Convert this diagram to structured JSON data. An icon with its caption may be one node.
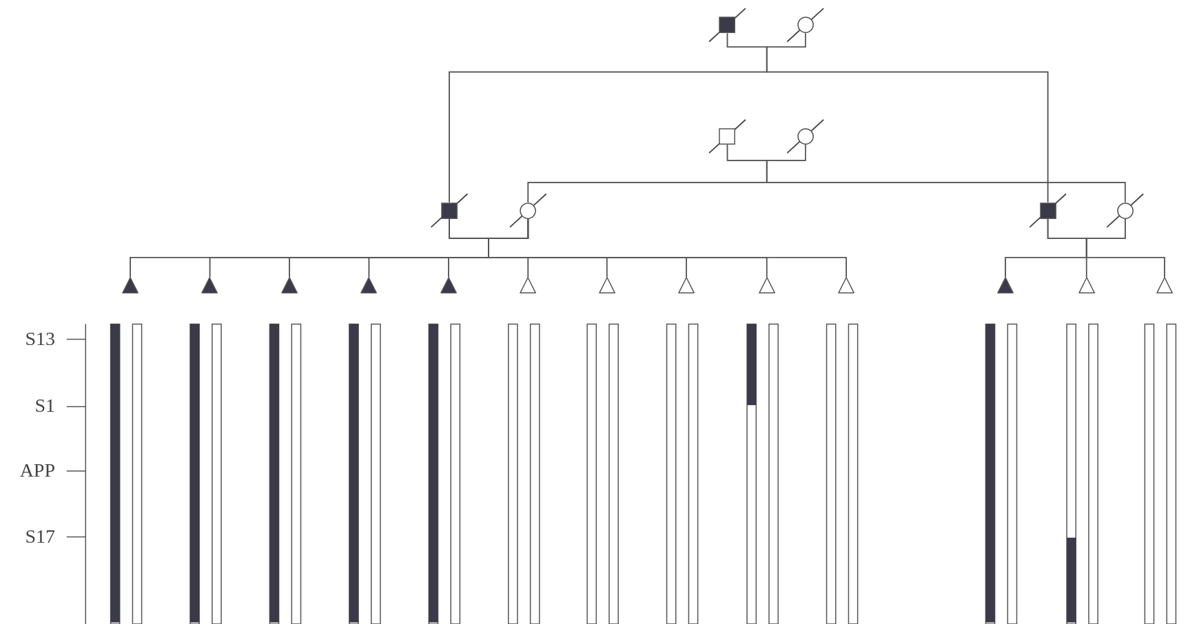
{
  "diagram": {
    "nodes": [
      {
        "text": [],
        "shape": "box"
      },
      {
        "text": [],
        "shape": "circle"
      },
      {
        "text": [],
        "shape": "box"
      },
      {
        "text": [],
        "shape": "circle"
      },
      {
        "text": [],
        "shape": "box"
      },
      {
        "text": [],
        "shape": "circle"
      },
      {
        "text": [],
        "shape": "box"
      },
      {
        "text": [],
        "shape": "circle"
      },
      {
        "text": [],
        "shape": "triangle"
      },
      {
        "text": [],
        "shape": "triangle"
      },
      {
        "text": [],
        "shape": "triangle"
      },
      {
        "text": [],
        "shape": "triangle"
      },
      {
        "text": [],
        "shape": "triangle"
      },
      {
        "text": [],
        "shape": "triangle"
      },
      {
        "text": [],
        "shape": "triangle"
      },
      {
        "text": [],
        "shape": "triangle"
      },
      {
        "text": [],
        "shape": "triangle"
      },
      {
        "text": [],
        "shape": "triangle"
      },
      {
        "text": [],
        "shape": "triangle"
      },
      {
        "text": [],
        "shape": "triangle"
      },
      {
        "text": [],
        "shape": "triangle"
      }
    ],
    "edges": [
      {
        "from": 0,
        "to": 4,
        "arrow": "none"
      },
      {
        "from": 1,
        "to": 4,
        "arrow": "none"
      },
      {
        "from": 0,
        "to": 6,
        "arrow": "none"
      },
      {
        "from": 1,
        "to": 6,
        "arrow": "none"
      },
      {
        "from": 2,
        "to": 5,
        "arrow": "none"
      },
      {
        "from": 3,
        "to": 5,
        "arrow": "none"
      },
      {
        "from": 2,
        "to": 7,
        "arrow": "none"
      },
      {
        "from": 3,
        "to": 7,
        "arrow": "none"
      },
      {
        "from": 4,
        "to": 8,
        "arrow": "none"
      },
      {
        "from": 5,
        "to": 8,
        "arrow": "none"
      },
      {
        "from": 4,
        "to": 9,
        "arrow": "none"
      },
      {
        "from": 5,
        "to": 9,
        "arrow": "none"
      },
      {
        "from": 4,
        "to": 10,
        "arrow": "none"
      },
      {
        "from": 5,
        "to": 10,
        "arrow": "none"
      },
      {
        "from": 4,
        "to": 11,
        "arrow": "none"
      },
      {
        "from": 5,
        "to": 11,
        "arrow": "none"
      },
      {
        "from": 4,
        "to": 12,
        "arrow": "none"
      },
      {
        "from": 5,
        "to": 12,
        "arrow": "none"
      },
      {
        "from": 4,
        "to": 13,
        "arrow": "none"
      },
      {
        "from": 5,
        "to": 13,
        "arrow": "none"
      },
      {
        "from": 4,
        "to": 14,
        "arrow": "none"
      },
      {
        "from": 5,
        "to": 14,
        "arrow": "none"
      },
      {
        "from": 4,
        "to": 15,
        "arrow": "none"
      },
      {
        "from": 5,
        "to": 15,
        "arrow": "none"
      },
      {
        "from": 4,
        "to": 16,
        "arrow": "none"
      },
      {
        "from": 5,
        "to": 16,
        "arrow": "none"
      },
      {
        "from": 4,
        "to": 17,
        "arrow": "none"
      },
      {
        "from": 5,
        "to": 17,
        "arrow": "none"
      },
      {
        "from": 6,
        "to": 18,
        "arrow": "none"
      },
      {
        "from": 7,
        "to": 18,
        "arrow": "none"
      },
      {
        "from": 6,
        "to": 19,
        "arrow": "none"
      },
      {
        "from": 7,
        "to": 19,
        "arrow": "none"
      },
      {
        "from": 6,
        "to": 20,
        "arrow": "none"
      },
      {
        "from": 7,
        "to": 20,
        "arrow": "none"
      }
    ],
    "labels": [
      "S13",
      "S1",
      "APP",
      "S17"
    ]
  }
}
